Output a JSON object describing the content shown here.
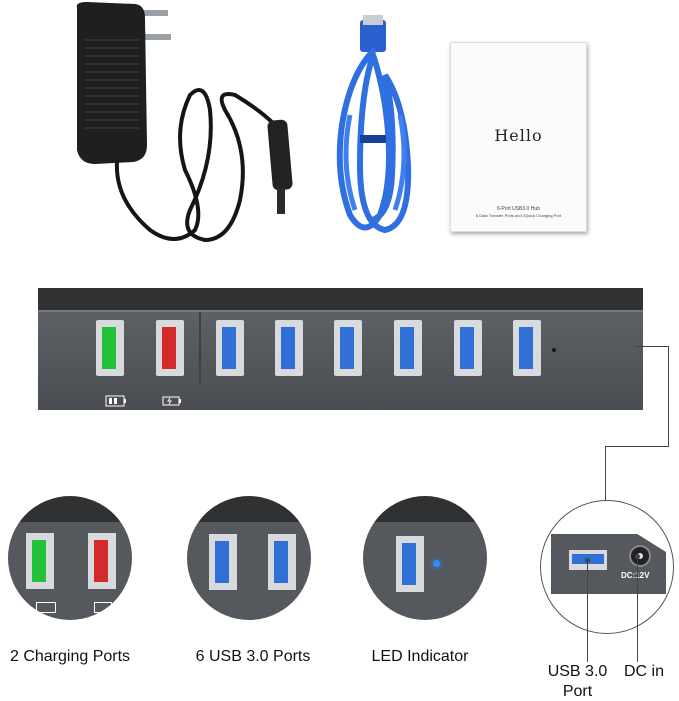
{
  "manual": {
    "title": "Hello",
    "subtitle_line1": "6-Port USB3.0 Hub",
    "subtitle_line2": "6 Data Transfer Ports and 2Quick Charging Port"
  },
  "captions": {
    "charging": "2 Charging Ports",
    "usb": "6 USB 3.0 Ports",
    "led": "LED Indicator",
    "usb_port_line1": "USB 3.0",
    "usb_port_line2": "Port",
    "dc_in": "DC in"
  },
  "side_panel": {
    "dc_label": "DC:12V"
  },
  "colors": {
    "hub_body": "#55585c",
    "hub_top": "#2f3133",
    "usb_blue": "#2f6fd6",
    "charge_green": "#22c23a",
    "charge_red": "#d42a2a",
    "cable_blue": "#2f6fe0",
    "led_blue": "#2f8cff"
  },
  "icons": [
    "power-adapter-icon",
    "usb-cable-icon",
    "qc-charge-icon",
    "battery-icon"
  ]
}
